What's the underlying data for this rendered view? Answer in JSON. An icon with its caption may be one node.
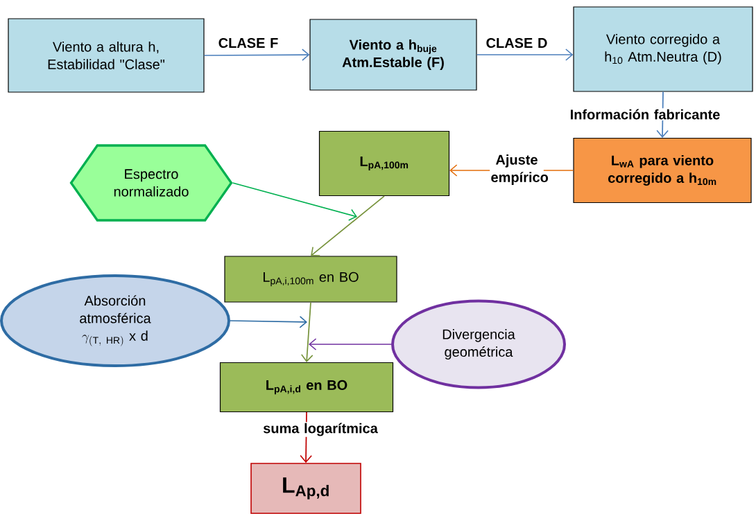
{
  "diagram": {
    "nodes": [
      {
        "text": [
          "Viento a altura h, Estabilidad \"Clase\""
        ]
      },
      {
        "text": [
          "Viento a h$_{buje}$ Atm.Estable (F)"
        ]
      },
      {
        "text": [
          "Viento corregido a h$_{10}$ Atm.Neutra (D)"
        ]
      },
      {
        "text": [
          "L$_{wA}$ para viento corregido a h$_{10m}$"
        ]
      },
      {
        "text": [
          "L$_{pA,100m}$"
        ]
      },
      {
        "text": [
          "Espectro normalizado"
        ]
      },
      {
        "text": [
          "L$_{pA,i,100m}$ en BO"
        ]
      },
      {
        "text": [
          "Absorción atmosférica",
          "\\gamma_{(\\mathrm{T,\\ HR})}\\ \\mathrm{x\\ d}"
        ]
      },
      {
        "text": [
          "Divergencia geométrica"
        ]
      },
      {
        "text": [
          "L$_{pA,i,d}$ en BO"
        ]
      },
      {
        "text": [
          "L$_{Ap,d}$"
        ]
      }
    ],
    "edges": [
      {
        "from": 0,
        "to": 1,
        "arrow": "to",
        "label": "CLASE F",
        "color": "#4a7ebb"
      },
      {
        "from": 1,
        "to": 2,
        "arrow": "to",
        "label": "CLASE D",
        "color": "#4a7ebb"
      },
      {
        "from": 2,
        "to": 3,
        "arrow": "to",
        "label": "Información fabricante",
        "color": "#4a7ebb"
      },
      {
        "from": 3,
        "to": 4,
        "arrow": "to",
        "label": "Ajuste empírico",
        "color": "#e36c09"
      },
      {
        "from": 4,
        "to": 6,
        "arrow": "to",
        "color": "#77933c"
      },
      {
        "from": 5,
        "to": null,
        "arrow": "to",
        "color": "#00b050"
      },
      {
        "from": 6,
        "to": 9,
        "arrow": "to",
        "color": "#77933c"
      },
      {
        "from": 7,
        "to": null,
        "arrow": "to",
        "color": "#2e6ca4"
      },
      {
        "from": 8,
        "to": null,
        "arrow": "to",
        "color": "#7030a0"
      },
      {
        "from": 9,
        "to": 10,
        "arrow": "to",
        "label": "suma logarítmica",
        "color": "#c00000"
      }
    ]
  }
}
